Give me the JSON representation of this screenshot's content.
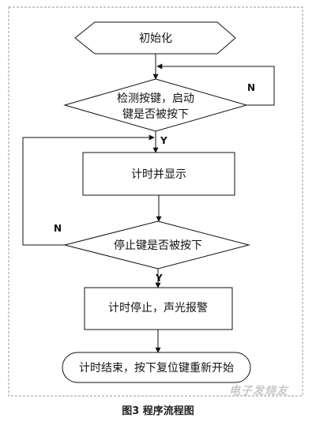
{
  "nodes": {
    "init": "初始化",
    "check_line1": "检测按键，启动",
    "check_line2": "键是否被按下",
    "timing": "计时并显示",
    "stop_check": "停止键是否被按下",
    "stop_alarm": "计时停止，声光报警",
    "end": "计时结束，按下复位键重新开始"
  },
  "edge_labels": {
    "check_no": "N",
    "check_yes": "Y",
    "stop_no": "N",
    "stop_yes": "Y"
  },
  "caption": "图3  程序流程图",
  "watermark": "电子发烧友"
}
